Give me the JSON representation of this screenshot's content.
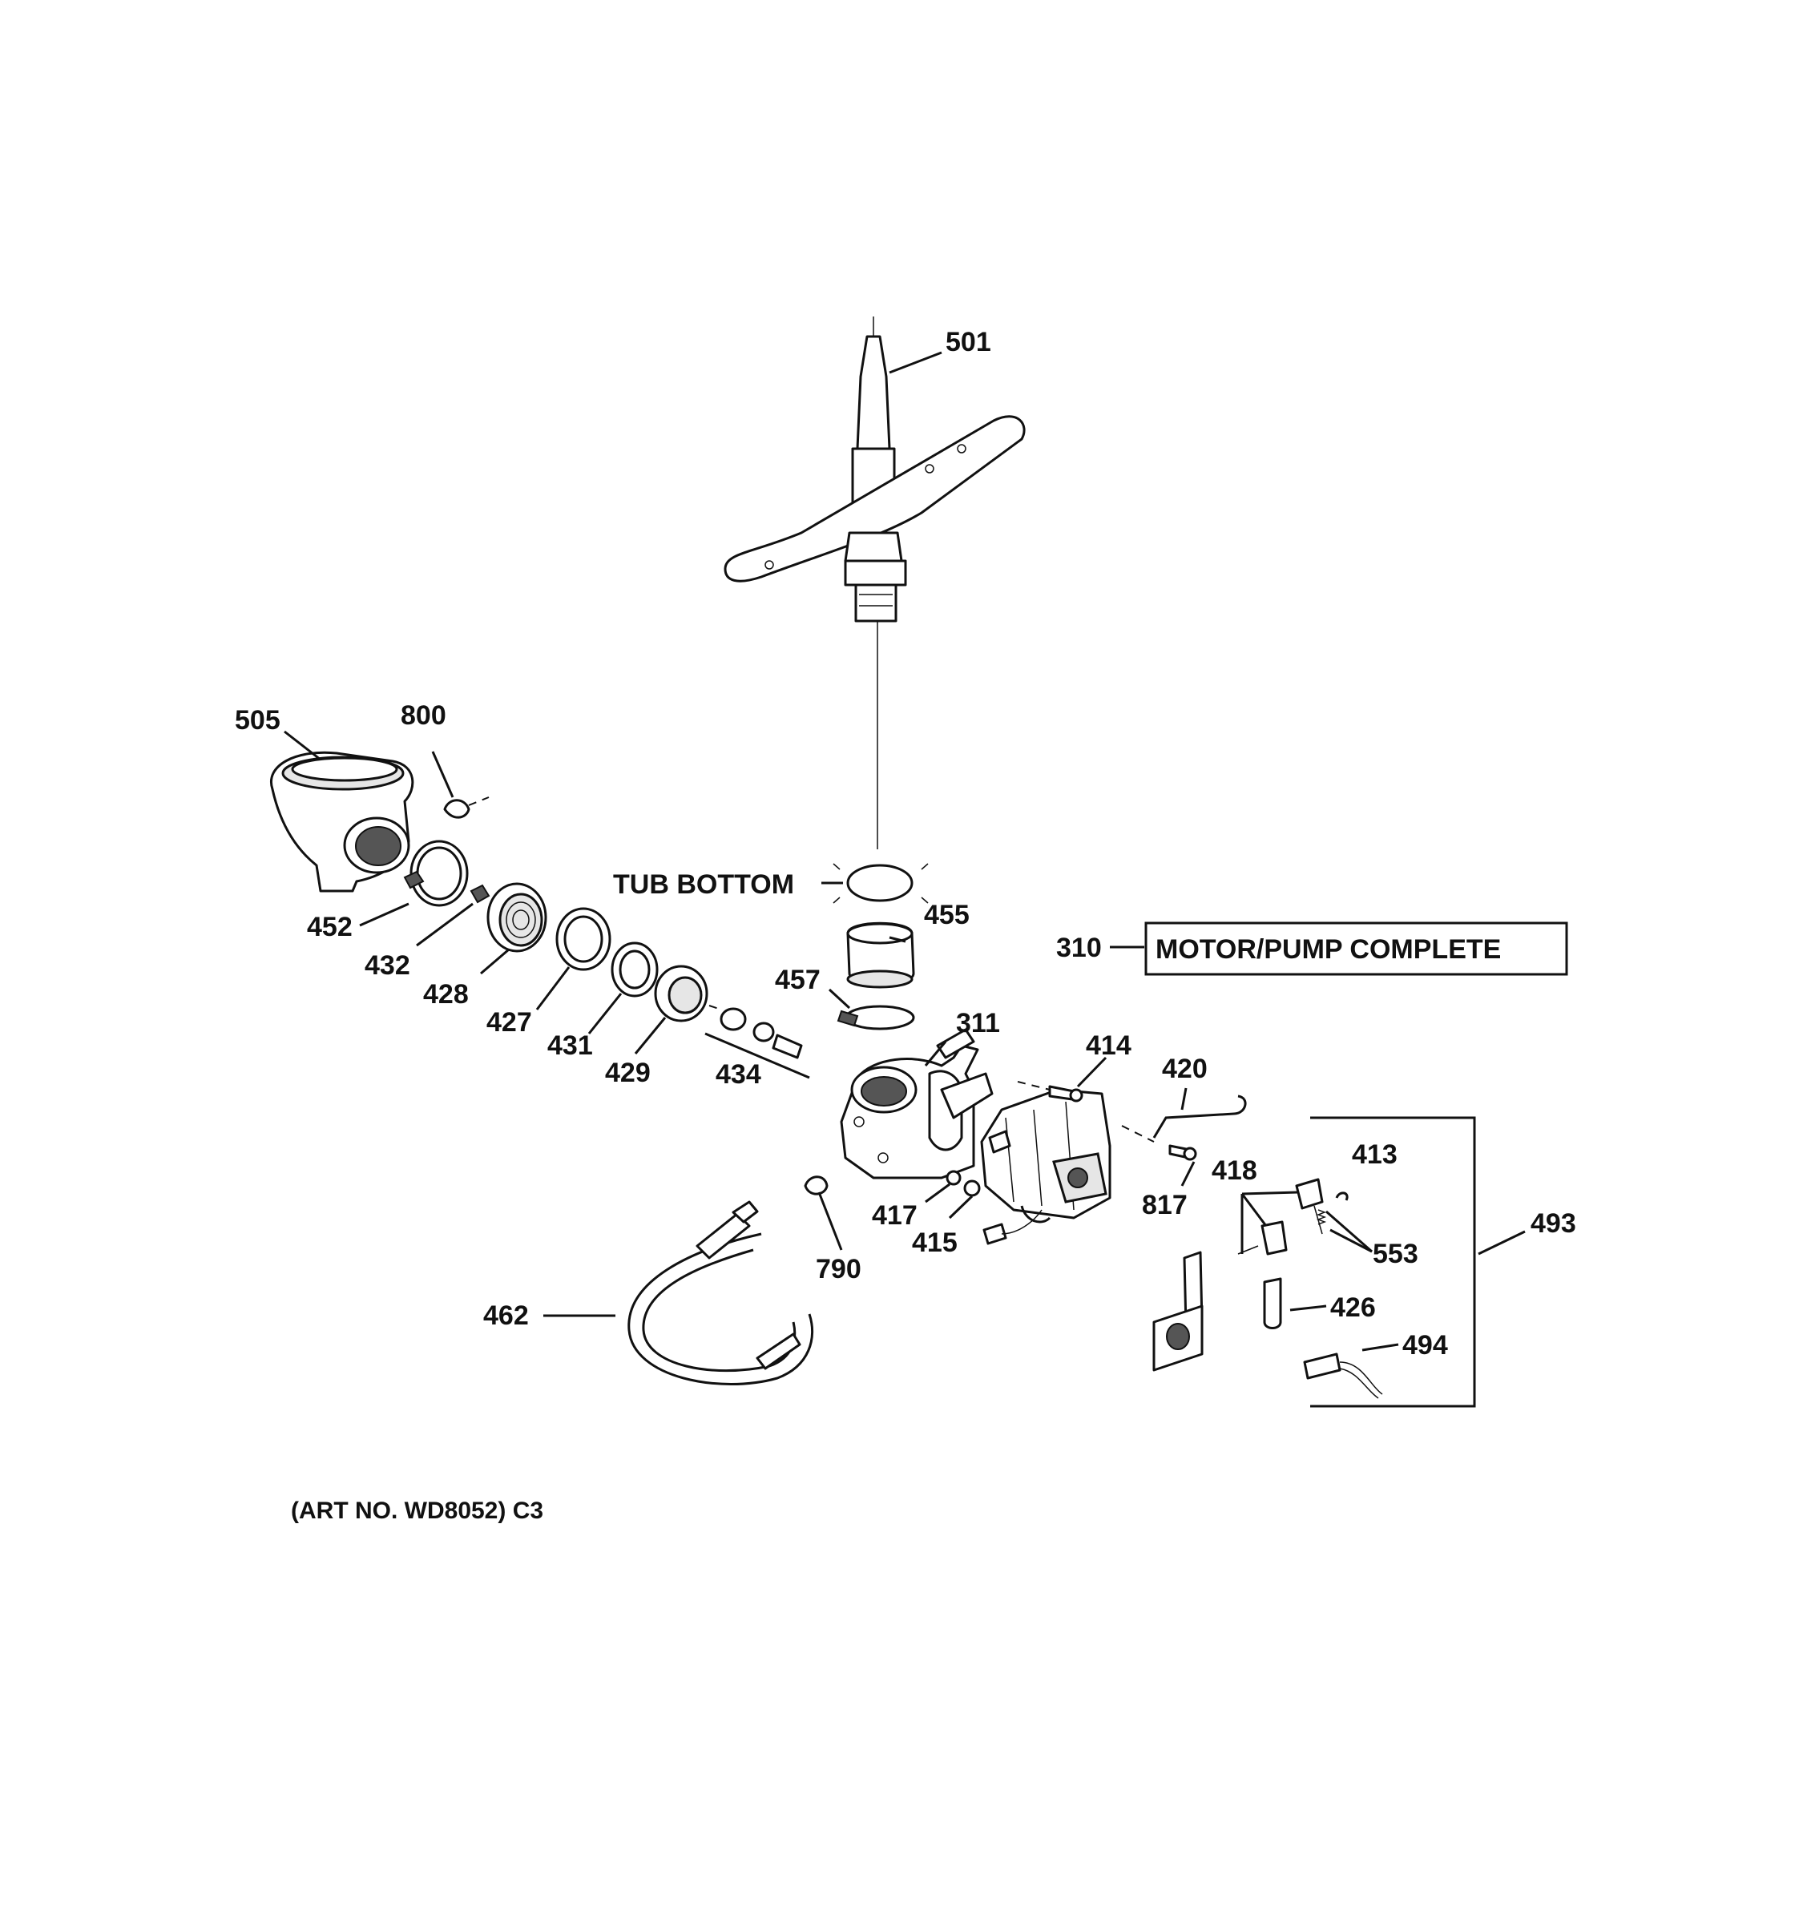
{
  "labels": {
    "p501": "501",
    "p505": "505",
    "p800": "800",
    "tub_bottom": "TUB BOTTOM",
    "p455": "455",
    "p452": "452",
    "p432": "432",
    "p428": "428",
    "p427": "427",
    "p431": "431",
    "p429": "429",
    "p434": "434",
    "p457": "457",
    "p311": "311",
    "p310": "310",
    "motor_pump_complete": "MOTOR/PUMP COMPLETE",
    "p414": "414",
    "p420": "420",
    "p418": "418",
    "p413": "413",
    "p493": "493",
    "p817": "817",
    "p553": "553",
    "p417": "417",
    "p415": "415",
    "p790": "790",
    "p426": "426",
    "p494": "494",
    "p462": "462"
  },
  "caption": "(ART NO. WD8052) C3"
}
